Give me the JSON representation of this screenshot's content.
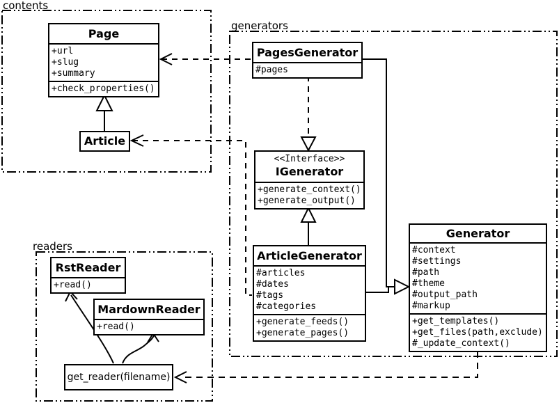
{
  "diagram": {
    "packages": {
      "contents": "contents",
      "generators": "generators",
      "readers": "readers"
    },
    "classes": {
      "page": {
        "title": "Page",
        "attributes": [
          "+url",
          "+slug",
          "+summary"
        ],
        "methods": [
          "+check_properties()"
        ]
      },
      "article": {
        "title": "Article"
      },
      "pages_generator": {
        "title": "PagesGenerator",
        "attributes": [
          "#pages"
        ]
      },
      "igenerator": {
        "stereotype": "<<Interface>>",
        "title": "IGenerator",
        "methods": [
          "+generate_context()",
          "+generate_output()"
        ]
      },
      "article_generator": {
        "title": "ArticleGenerator",
        "attributes": [
          "#articles",
          "#dates",
          "#tags",
          "#categories"
        ],
        "methods": [
          "+generate_feeds()",
          "+generate_pages()"
        ]
      },
      "generator": {
        "title": "Generator",
        "attributes": [
          "#context",
          "#settings",
          "#path",
          "#theme",
          "#output_path",
          "#markup"
        ],
        "methods": [
          "+get_templates()",
          "+get_files(path,exclude)",
          "#_update_context()"
        ]
      },
      "rst_reader": {
        "title": "RstReader",
        "methods": [
          "+read()"
        ]
      },
      "markdown_reader": {
        "title": "MardownReader",
        "methods": [
          "+read()"
        ]
      },
      "get_reader": {
        "title": "get_reader(filename)"
      }
    },
    "relationships": [
      {
        "from": "PagesGenerator",
        "to": "Page",
        "type": "dependency (dashed, open arrow)"
      },
      {
        "from": "Article",
        "to": "Page",
        "type": "inheritance (solid, hollow triangle)"
      },
      {
        "from": "ArticleGenerator",
        "to": "Article",
        "type": "dependency (dashed, open arrow)"
      },
      {
        "from": "PagesGenerator",
        "to": "IGenerator",
        "type": "realization (dashed, hollow triangle)"
      },
      {
        "from": "ArticleGenerator",
        "to": "IGenerator",
        "type": "inheritance (solid, hollow triangle)"
      },
      {
        "from": "PagesGenerator",
        "to": "Generator",
        "type": "inheritance (solid, hollow triangle)"
      },
      {
        "from": "ArticleGenerator",
        "to": "Generator",
        "type": "inheritance (solid, hollow triangle)"
      },
      {
        "from": "Generator",
        "to": "get_reader(filename)",
        "type": "dependency (dashed, open arrow)"
      },
      {
        "from": "get_reader(filename)",
        "to": "RstReader",
        "type": "curved arrow"
      },
      {
        "from": "get_reader(filename)",
        "to": "MardownReader",
        "type": "curved arrow"
      }
    ],
    "colors": {
      "line": "#000000",
      "background": "#ffffff",
      "box_fill": "#ffffff"
    }
  }
}
